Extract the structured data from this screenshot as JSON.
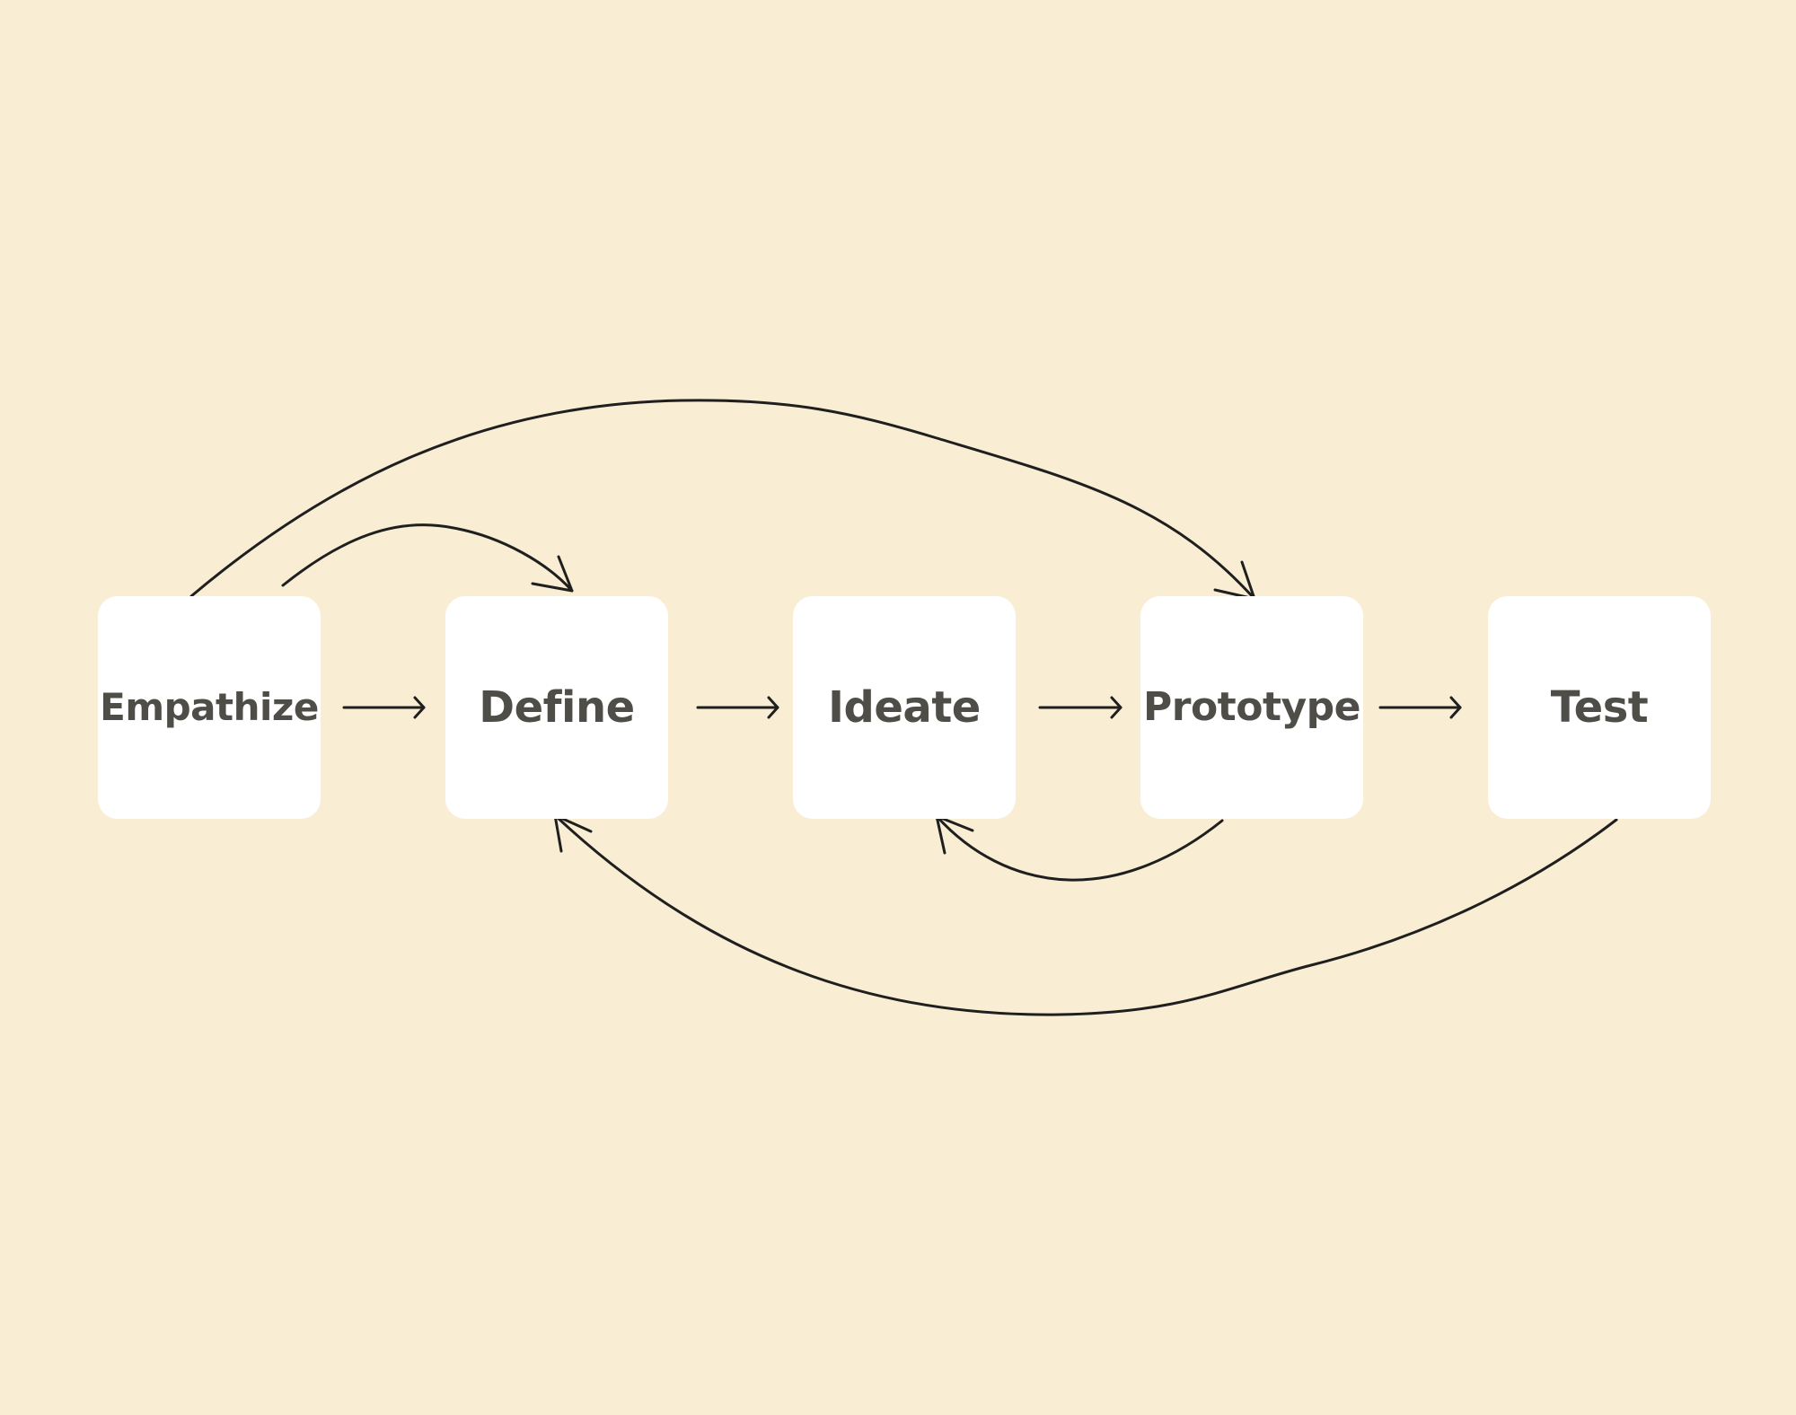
{
  "diagram": {
    "background_color": "#f9edd3",
    "box_color": "#ffffff",
    "text_color": "#4f4d47",
    "line_color": "#1f1f1f",
    "nodes": [
      {
        "id": "empathize",
        "label": "Empathize"
      },
      {
        "id": "define",
        "label": "Define"
      },
      {
        "id": "ideate",
        "label": "Ideate"
      },
      {
        "id": "prototype",
        "label": "Prototype"
      },
      {
        "id": "test",
        "label": "Test"
      }
    ],
    "edges": [
      {
        "from": "empathize",
        "to": "define",
        "kind": "forward"
      },
      {
        "from": "define",
        "to": "ideate",
        "kind": "forward"
      },
      {
        "from": "ideate",
        "to": "prototype",
        "kind": "forward"
      },
      {
        "from": "prototype",
        "to": "test",
        "kind": "forward"
      },
      {
        "from": "empathize",
        "to": "define",
        "kind": "curve-over"
      },
      {
        "from": "empathize",
        "to": "prototype",
        "kind": "curve-over"
      },
      {
        "from": "prototype",
        "to": "ideate",
        "kind": "curve-under"
      },
      {
        "from": "test",
        "to": "define",
        "kind": "curve-under"
      }
    ]
  }
}
